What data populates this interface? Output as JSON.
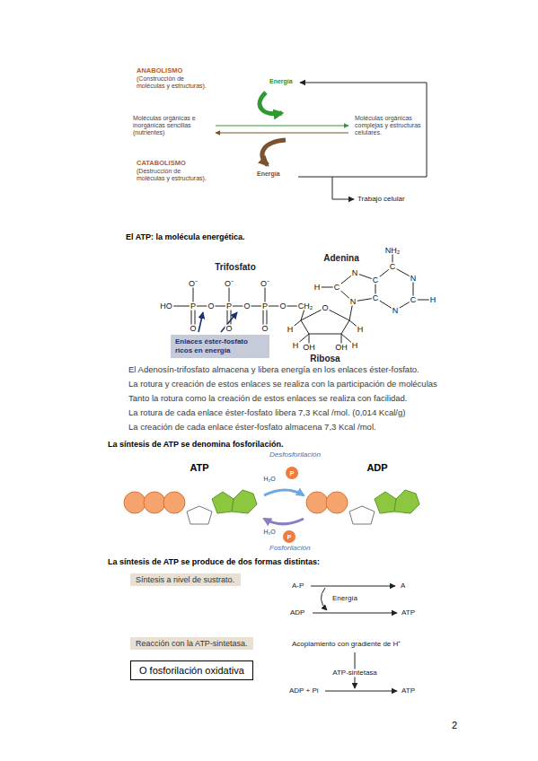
{
  "diagram": {
    "nodes": [
      {
        "text": [
          "Enlaces éster-fosfato ricos en energía"
        ]
      },
      {
        "text": [
          "Síntesis a nivel de sustrato."
        ]
      },
      {
        "text": [
          "Reacción con la ATP-sintetasa."
        ]
      },
      {
        "text": [
          "O fosforilación oxidativa"
        ]
      }
    ],
    "labels": [
      "ANABOLISMO",
      "(Construcción de moléculas y estructuras).",
      "Energía",
      "Moléculas orgánicas e inorgánicas sencillas (nutrientes)",
      "Moléculas orgánicas complejas y estructuras celulares.",
      "CATABOLISMO",
      "(Destrucción de moléculas y estructuras).",
      "Energía",
      "Trabajo celular",
      "El ATP: la molécula energética.",
      "Trifosfato",
      "Adenina",
      "NH₂",
      "HO",
      "P",
      "O",
      "P",
      "O",
      "P",
      "O",
      "CH₂",
      "O⁻",
      "O⁻",
      "O⁻",
      "O",
      "O",
      "O",
      "O",
      "H",
      "H",
      "H",
      "H",
      "OH",
      "OH",
      "Ribosa",
      "N",
      "H",
      "C",
      "N",
      "C",
      "C",
      "C",
      "N",
      "C",
      "H",
      "N",
      "El Adenosín-trifosfato almacena y libera energía en los enlaces éster-fosfato.",
      "La rotura y creación de estos enlaces se realiza con la participación de moléculas",
      "Tanto la rotura como la creación de estos enlaces se realiza con facilidad.",
      "La rotura de cada enlace éster-fosfato libera 7,3 Kcal /mol. (0,014 Kcal/g)",
      "La creación de cada enlace éster-fosfato almacena 7,3 Kcal /mol.",
      "La síntesis de ATP se denomina fosforilación.",
      "Desfosforilación",
      "ATP",
      "ADP",
      "H₂O",
      "P",
      "H₂O",
      "P",
      "Fosforilación",
      "La síntesis de ATP se produce de dos formas distintas:",
      "A-P",
      "A",
      "Energía",
      "ADP",
      "ATP",
      "Acoplamiento con gradiente de H⁺",
      "ATP-sintetasa",
      "ADP + Pi",
      "ATP",
      "2"
    ]
  }
}
